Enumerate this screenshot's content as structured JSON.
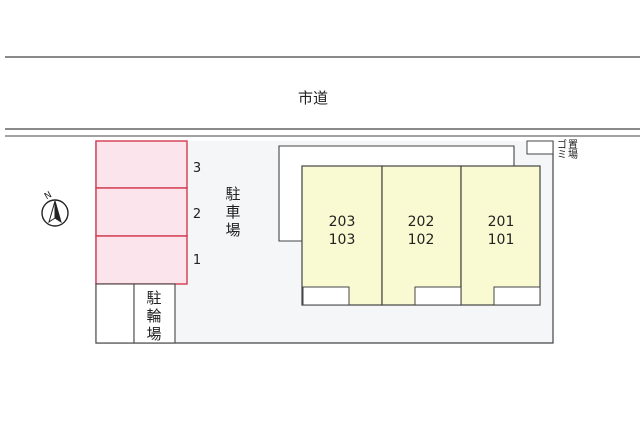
{
  "road": {
    "label": "市道"
  },
  "parking": {
    "label": [
      "駐",
      "車",
      "場"
    ],
    "spaces": [
      "3",
      "2",
      "1"
    ]
  },
  "bicycle_parking": {
    "label": [
      "駐",
      "輪",
      "場"
    ]
  },
  "garbage": {
    "label_col1": [
      "ゴ",
      "ミ"
    ],
    "label_col2": [
      "置",
      "場"
    ]
  },
  "units": [
    {
      "upper": "203",
      "lower": "103"
    },
    {
      "upper": "202",
      "lower": "102"
    },
    {
      "upper": "201",
      "lower": "101"
    }
  ],
  "compass": {
    "label": "N"
  },
  "colors": {
    "parking_fill": "#fce4ec",
    "parking_stroke": "#d23c50",
    "unit_fill": "#fafad2",
    "lot_fill": "#f5f6f8",
    "line": "#444444"
  }
}
